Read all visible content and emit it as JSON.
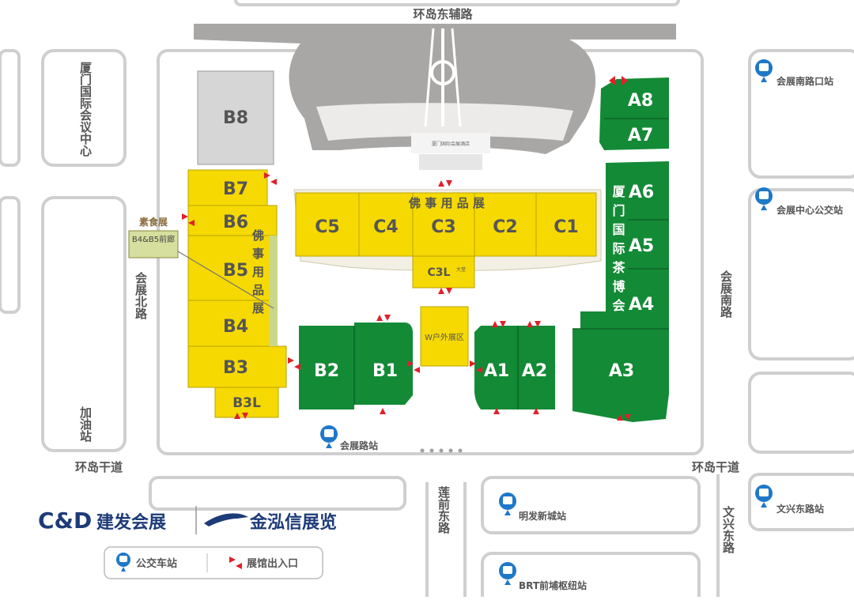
{
  "roads": {
    "top": "环岛东辅路",
    "bottom_left": "环岛干道",
    "bottom_right": "环岛干道",
    "west": "会展北路",
    "east": "会展南路",
    "lianqian": "莲前东路",
    "wenxing": "文兴东路",
    "gas_station": "加油站",
    "conference_center": "厦门国际会议中心"
  },
  "buildings": {
    "convention_center": "厦门国际会展酒店"
  },
  "halls": {
    "B8": "B8",
    "B7": "B7",
    "B6": "B6",
    "B5": "B5",
    "B4": "B4",
    "B3": "B3",
    "B3L": "B3L",
    "B2": "B2",
    "B1": "B1",
    "C1": "C1",
    "C2": "C2",
    "C3": "C3",
    "C4": "C4",
    "C5": "C5",
    "C3L": "C3L",
    "C3L_sub": "大堂",
    "A1": "A1",
    "A2": "A2",
    "A3": "A3",
    "A4": "A4",
    "A5": "A5",
    "A6": "A6",
    "A7": "A7",
    "A8": "A8"
  },
  "labels": {
    "buddhist_expo_h": "佛 事 用 品 展",
    "buddhist_expo_v": "佛事用品展",
    "tea_expo_v": "厦门国际茶博会",
    "vegetarian": "素食展",
    "b4b5_corridor": "B4&B5前廊",
    "outdoor_area": "W户外展区"
  },
  "bus_stops": {
    "huizhan_nankou": "会展南路口站",
    "huizhan_center": "会展中心公交站",
    "huizhan_lu": "会展路站",
    "mingfa": "明发新城站",
    "wenxing_dong": "文兴东路站",
    "brt": "BRT前埔枢纽站"
  },
  "brand": {
    "cd_logo": "C&D",
    "cd_name": "建发会展",
    "jinhongxin": "金泓信展览"
  },
  "legend": {
    "bus_stop": "公交车站",
    "entrance": "展馆出入口"
  },
  "colors": {
    "yellow_hall": "#f6d900",
    "green_hall": "#138a36",
    "grey_hall": "#d6d6d6",
    "road_outline": "#c9c9c9",
    "entrance_red": "#e0202a",
    "bus_blue": "#1e78c8",
    "brand_blue": "#1d3b78",
    "brand_red": "#d22128"
  }
}
